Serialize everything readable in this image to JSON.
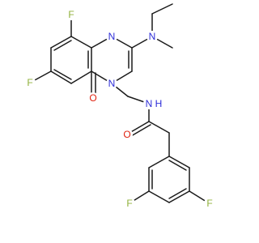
{
  "molecule": {
    "atoms": [
      {
        "label": "F",
        "element": "F"
      },
      {
        "label": "F",
        "element": "F"
      },
      {
        "label": "N",
        "element": "N"
      },
      {
        "label": "N",
        "element": "N"
      },
      {
        "label": "N",
        "element": "N"
      },
      {
        "label": "O",
        "element": "O"
      },
      {
        "label": "N",
        "element": "N"
      },
      {
        "label": "H",
        "element": "H"
      },
      {
        "label": "O",
        "element": "O"
      },
      {
        "label": "F",
        "element": "F"
      },
      {
        "label": "F",
        "element": "F"
      }
    ],
    "colors": {
      "bond": "#1a1a1a",
      "F": "#8fb03a",
      "N": "#2c2cd8",
      "O": "#e0210f",
      "H": "#2c2cd8"
    }
  }
}
